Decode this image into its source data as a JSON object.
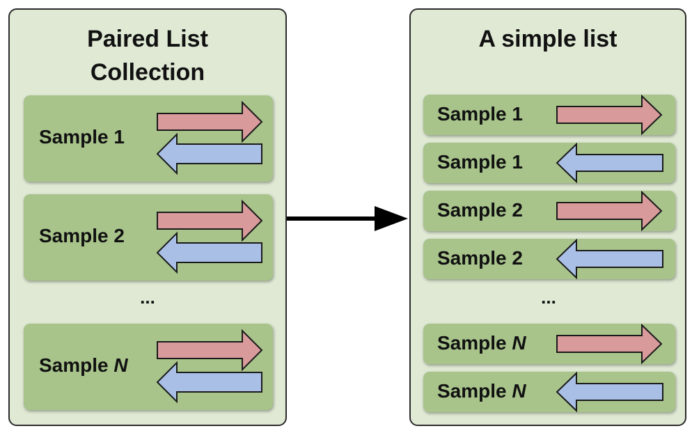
{
  "left_panel": {
    "title_line1": "Paired List",
    "title_line2": "Collection",
    "items": [
      {
        "label": "Sample 1",
        "italic": ""
      },
      {
        "label": "Sample 2",
        "italic": ""
      },
      {
        "label": "Sample ",
        "italic": "N"
      }
    ],
    "ellipsis": "..."
  },
  "right_panel": {
    "title": "A simple list",
    "items": [
      {
        "label": "Sample 1",
        "italic": "",
        "direction": "forward"
      },
      {
        "label": "Sample 1",
        "italic": "",
        "direction": "reverse"
      },
      {
        "label": "Sample 2",
        "italic": "",
        "direction": "forward"
      },
      {
        "label": "Sample 2",
        "italic": "",
        "direction": "reverse"
      },
      {
        "label": "Sample ",
        "italic": "N",
        "direction": "forward"
      },
      {
        "label": "Sample ",
        "italic": "N",
        "direction": "reverse"
      }
    ],
    "ellipsis": "..."
  },
  "colors": {
    "panel_bg": "#dfe9d4",
    "card_bg": "#a8c48b",
    "forward_arrow": "#d89a9a",
    "reverse_arrow": "#a9bfe6"
  }
}
